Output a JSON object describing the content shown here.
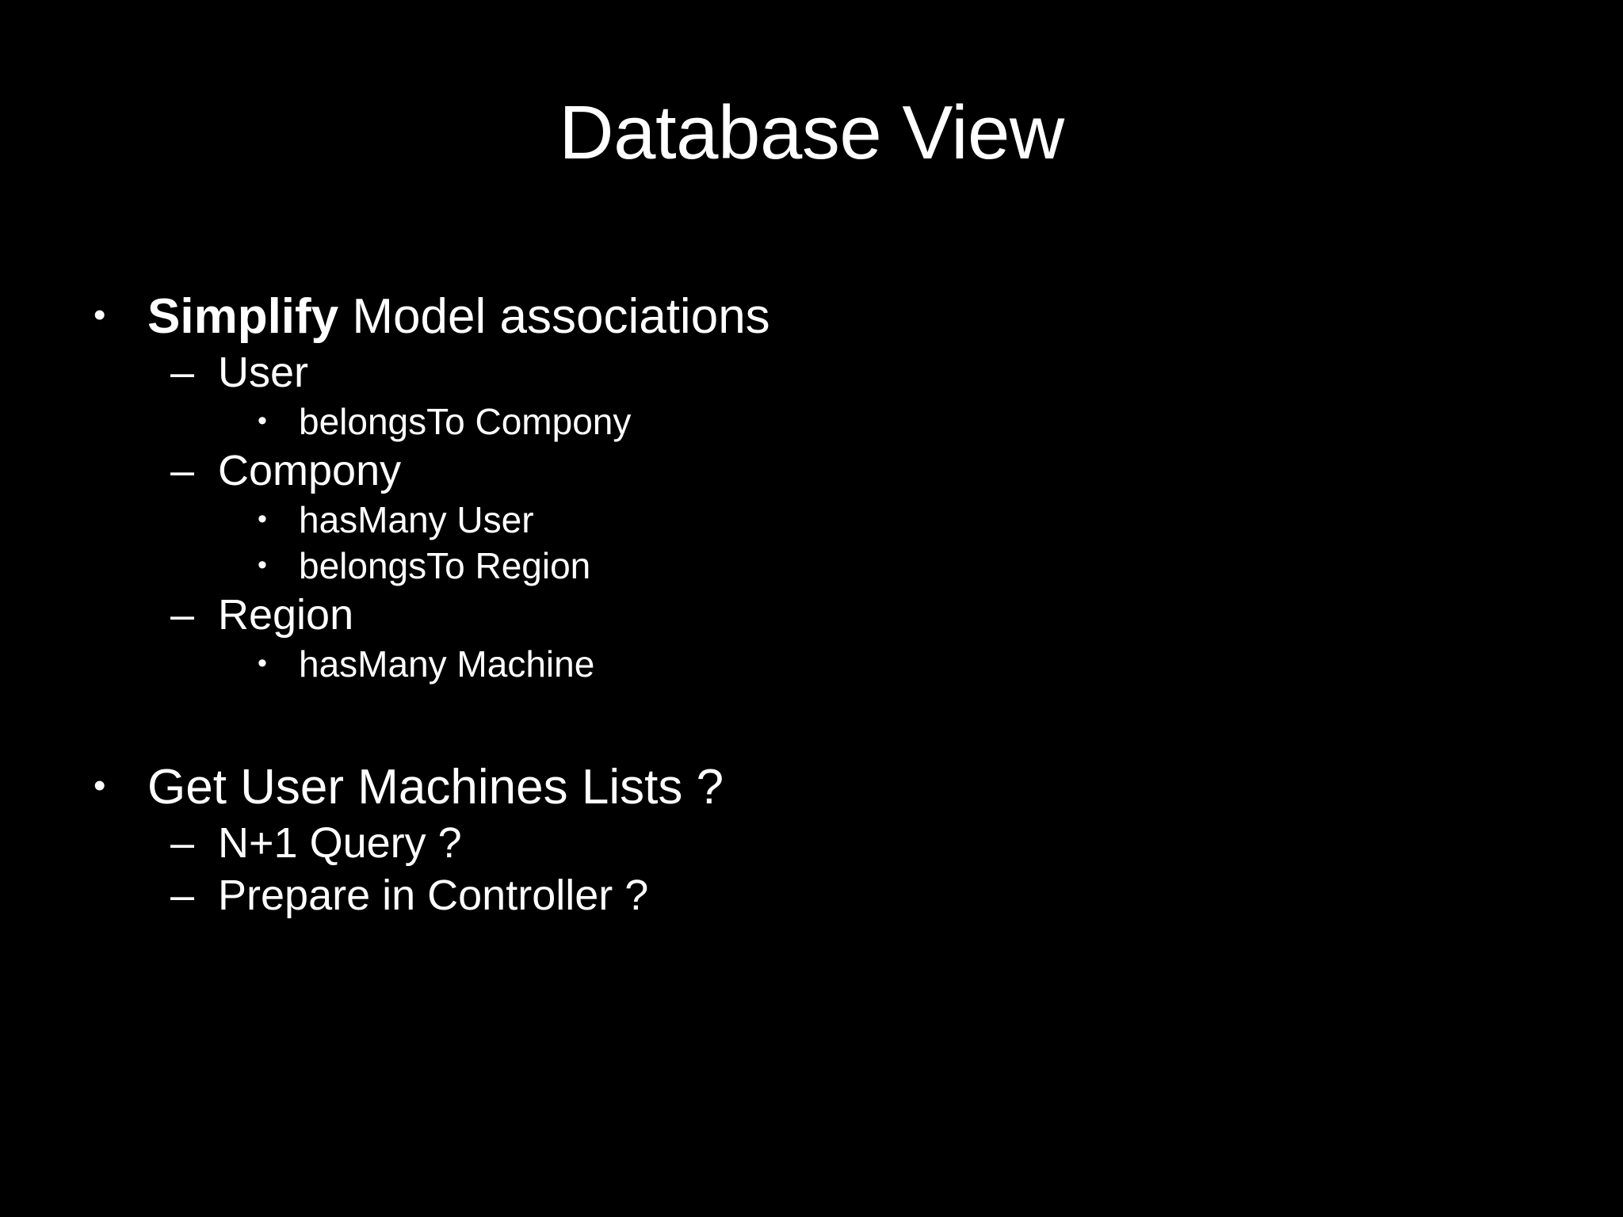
{
  "slide": {
    "title": "Database View",
    "background_color": "#000000",
    "text_color": "#FFFFFF",
    "markers": {
      "level1": "•",
      "level2": "–",
      "level3": "•"
    },
    "groups": [
      {
        "heading": {
          "emphasis": "Simplify",
          "rest": " Model associations"
        },
        "items": [
          {
            "label": "User",
            "children": [
              "belongsTo Compony"
            ]
          },
          {
            "label": "Compony",
            "children": [
              "hasMany User",
              "belongsTo Region"
            ]
          },
          {
            "label": "Region",
            "children": [
              "hasMany Machine"
            ]
          }
        ]
      },
      {
        "heading": {
          "emphasis": "",
          "rest": "Get User Machines Lists ?"
        },
        "items": [
          {
            "label": "N+1 Query ?",
            "children": []
          },
          {
            "label": "Prepare in Controller ?",
            "children": []
          }
        ]
      }
    ]
  }
}
